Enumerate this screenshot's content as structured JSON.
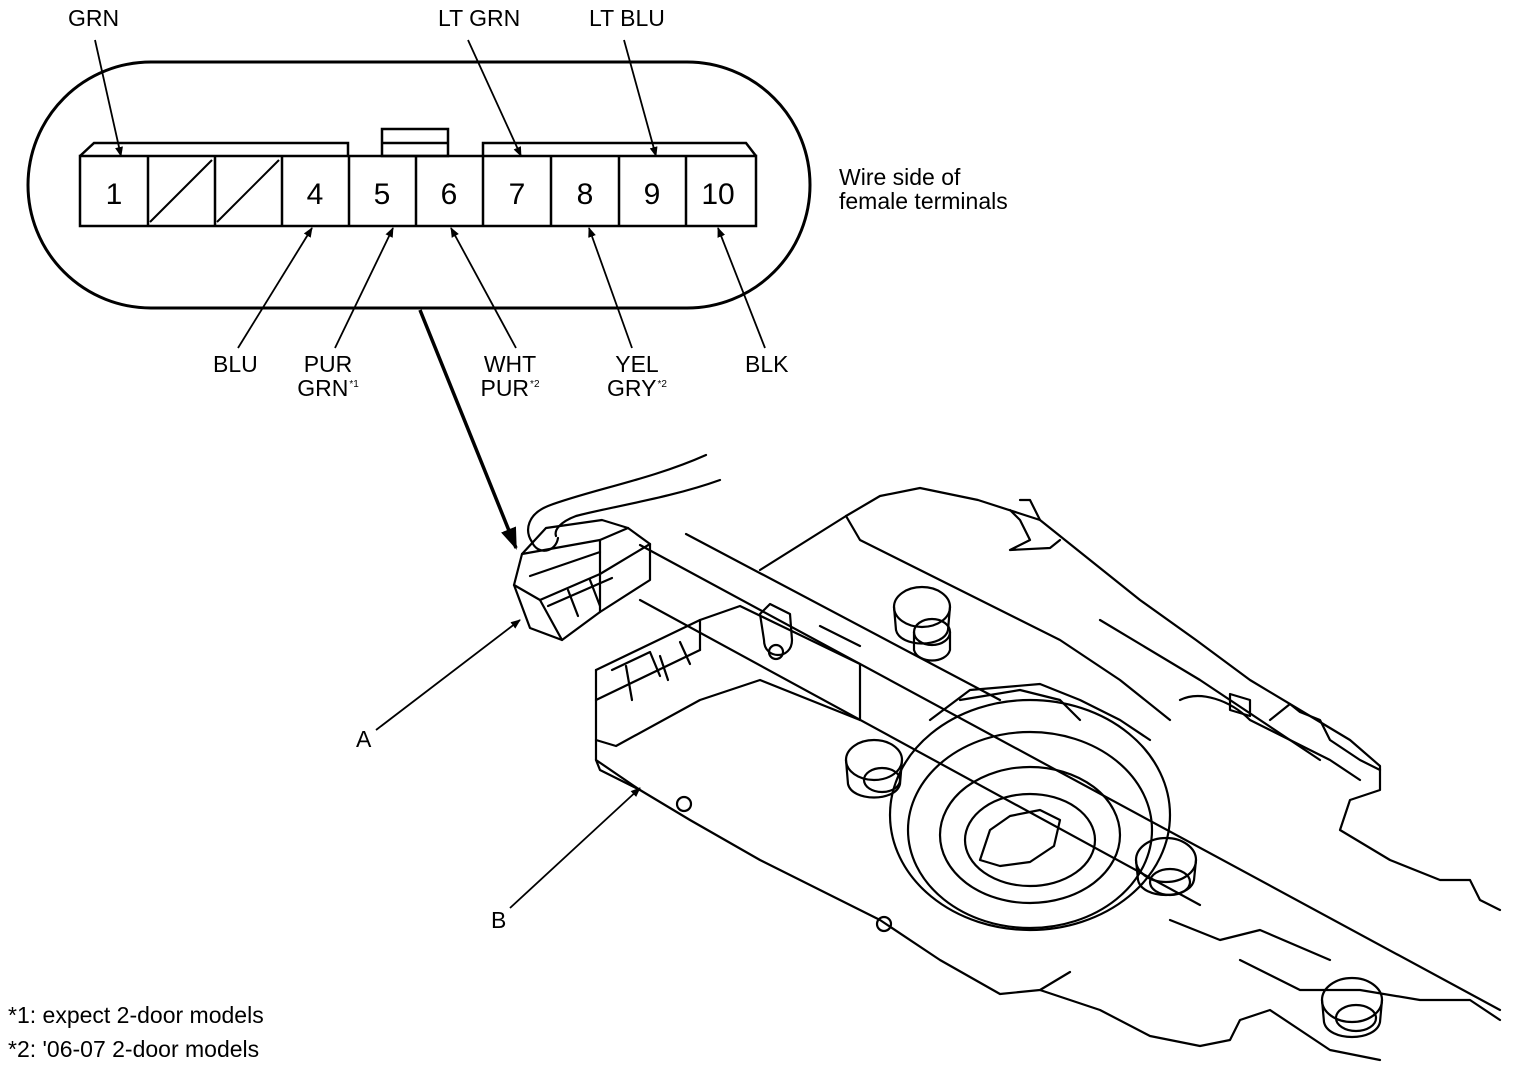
{
  "note": {
    "line1": "Wire side of",
    "line2": "female terminals"
  },
  "connector": {
    "pins": [
      "1",
      "4",
      "5",
      "6",
      "7",
      "8",
      "9",
      "10"
    ]
  },
  "wire_labels": {
    "top": {
      "pin1": "GRN",
      "pin7": "LT GRN",
      "pin9": "LT BLU"
    },
    "bottom": {
      "pin4": "BLU",
      "pin5_line1": "PUR",
      "pin5_line2": "GRN",
      "pin5_note": "*1",
      "pin6_line1": "WHT",
      "pin6_line2": "PUR",
      "pin6_note": "*2",
      "pin8_line1": "YEL",
      "pin8_line2": "GRY",
      "pin8_note": "*2",
      "pin10": "BLK"
    }
  },
  "callouts": {
    "a": "A",
    "b": "B"
  },
  "footnotes": {
    "f1": "*1: expect 2-door models",
    "f2": "*2: '06-07 2-door models"
  }
}
